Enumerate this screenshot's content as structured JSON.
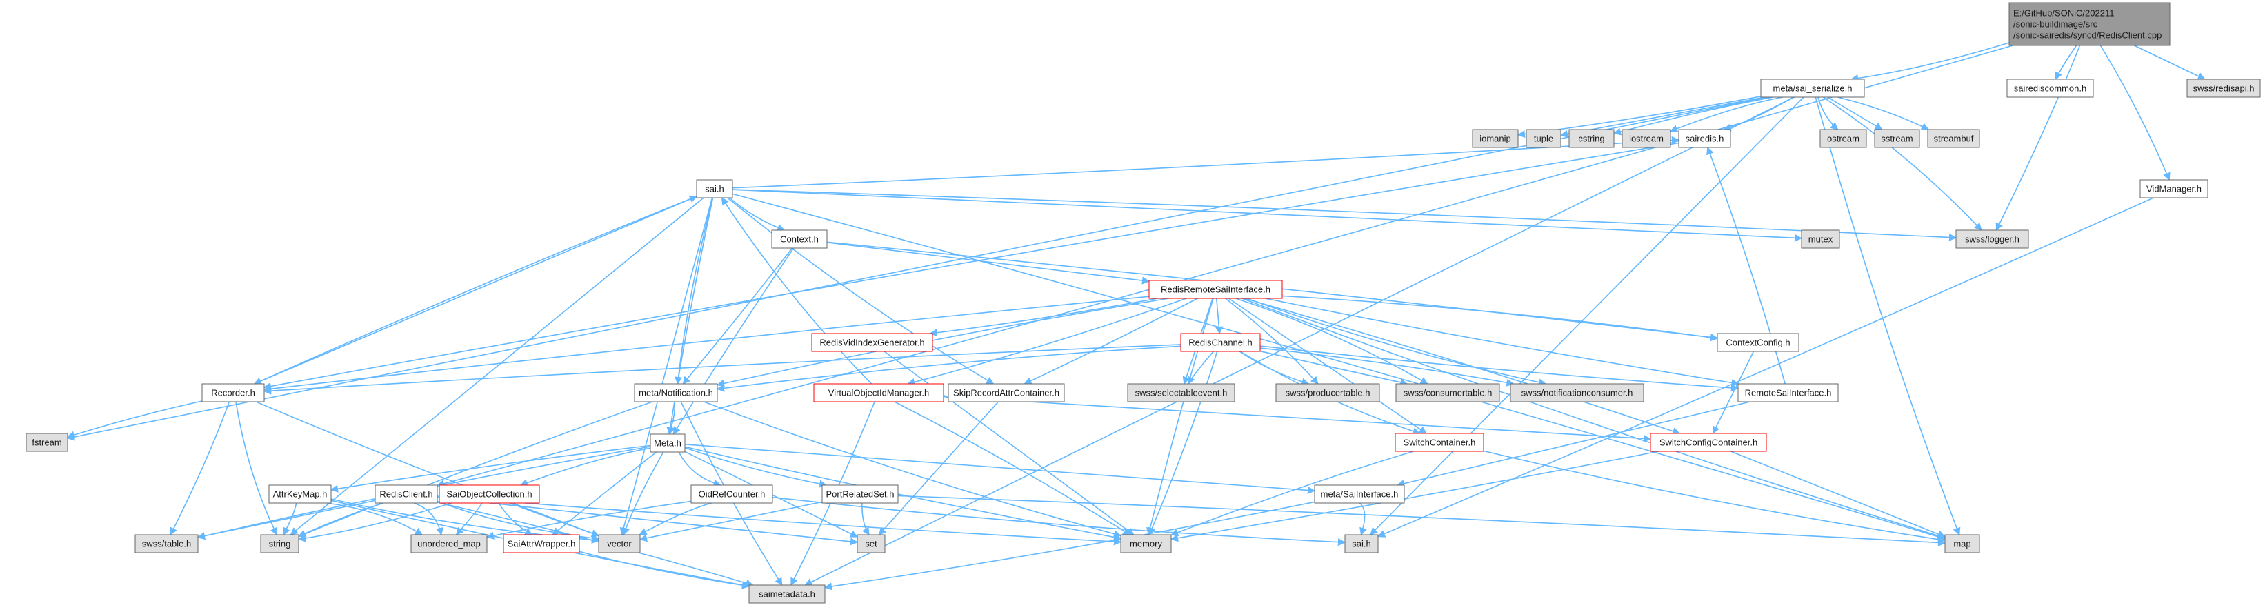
{
  "diagram": {
    "root_label": "E:/GitHub/SONiC/202211/sonic-buildimage/src/sonic-sairedis/syncd/RedisClient.cpp",
    "nodes": [
      {
        "id": "root",
        "label": [
          "E:/GitHub/SONiC/202211",
          "/sonic-buildimage/src",
          "/sonic-sairedis/syncd/RedisClient.cpp"
        ],
        "kind": "root"
      },
      {
        "id": "sai_serialize",
        "label": [
          "meta/sai_serialize.h"
        ],
        "kind": "normal"
      },
      {
        "id": "sairediscommon",
        "label": [
          "sairediscommon.h"
        ],
        "kind": "normal"
      },
      {
        "id": "swss_redisapi",
        "label": [
          "swss/redisapi.h"
        ],
        "kind": "system"
      },
      {
        "id": "iomanip",
        "label": [
          "iomanip"
        ],
        "kind": "system"
      },
      {
        "id": "tuple",
        "label": [
          "tuple"
        ],
        "kind": "system"
      },
      {
        "id": "cstring",
        "label": [
          "cstring"
        ],
        "kind": "system"
      },
      {
        "id": "iostream",
        "label": [
          "iostream"
        ],
        "kind": "system"
      },
      {
        "id": "sairedis",
        "label": [
          "sairedis.h"
        ],
        "kind": "normal"
      },
      {
        "id": "ostream",
        "label": [
          "ostream"
        ],
        "kind": "system"
      },
      {
        "id": "sstream",
        "label": [
          "sstream"
        ],
        "kind": "system"
      },
      {
        "id": "streambuf",
        "label": [
          "streambuf"
        ],
        "kind": "system"
      },
      {
        "id": "vidmanager",
        "label": [
          "VidManager.h"
        ],
        "kind": "normal"
      },
      {
        "id": "sai_h",
        "label": [
          "sai.h"
        ],
        "kind": "normal"
      },
      {
        "id": "mutex",
        "label": [
          "mutex"
        ],
        "kind": "system"
      },
      {
        "id": "swss_logger",
        "label": [
          "swss/logger.h"
        ],
        "kind": "system"
      },
      {
        "id": "context",
        "label": [
          "Context.h"
        ],
        "kind": "normal"
      },
      {
        "id": "redisremote",
        "label": [
          "RedisRemoteSaiInterface.h"
        ],
        "kind": "truncated"
      },
      {
        "id": "redisvidindex",
        "label": [
          "RedisVidIndexGenerator.h"
        ],
        "kind": "truncated"
      },
      {
        "id": "redischannel",
        "label": [
          "RedisChannel.h"
        ],
        "kind": "truncated"
      },
      {
        "id": "contextconfig",
        "label": [
          "ContextConfig.h"
        ],
        "kind": "normal"
      },
      {
        "id": "recorder",
        "label": [
          "Recorder.h"
        ],
        "kind": "normal"
      },
      {
        "id": "metanotif",
        "label": [
          "meta/Notification.h"
        ],
        "kind": "normal"
      },
      {
        "id": "virtualoid",
        "label": [
          "VirtualObjectIdManager.h"
        ],
        "kind": "truncated"
      },
      {
        "id": "skiprecord",
        "label": [
          "SkipRecordAttrContainer.h"
        ],
        "kind": "normal"
      },
      {
        "id": "selectable",
        "label": [
          "swss/selectableevent.h"
        ],
        "kind": "system"
      },
      {
        "id": "producer",
        "label": [
          "swss/producertable.h"
        ],
        "kind": "system"
      },
      {
        "id": "consumer",
        "label": [
          "swss/consumertable.h"
        ],
        "kind": "system"
      },
      {
        "id": "notifconsumer",
        "label": [
          "swss/notificationconsumer.h"
        ],
        "kind": "system"
      },
      {
        "id": "remotesai",
        "label": [
          "RemoteSaiInterface.h"
        ],
        "kind": "normal"
      },
      {
        "id": "fstream",
        "label": [
          "fstream"
        ],
        "kind": "system"
      },
      {
        "id": "meta",
        "label": [
          "Meta.h"
        ],
        "kind": "normal"
      },
      {
        "id": "switchcontainer",
        "label": [
          "SwitchContainer.h"
        ],
        "kind": "truncated"
      },
      {
        "id": "switchconfig",
        "label": [
          "SwitchConfigContainer.h"
        ],
        "kind": "truncated"
      },
      {
        "id": "attrkeymap",
        "label": [
          "AttrKeyMap.h"
        ],
        "kind": "normal"
      },
      {
        "id": "redisclient",
        "label": [
          "RedisClient.h"
        ],
        "kind": "normal"
      },
      {
        "id": "saiobjcoll",
        "label": [
          "SaiObjectCollection.h"
        ],
        "kind": "truncated"
      },
      {
        "id": "oidref",
        "label": [
          "OidRefCounter.h"
        ],
        "kind": "normal"
      },
      {
        "id": "portrelated",
        "label": [
          "PortRelatedSet.h"
        ],
        "kind": "normal"
      },
      {
        "id": "metasaiif",
        "label": [
          "meta/SaiInterface.h"
        ],
        "kind": "normal"
      },
      {
        "id": "swss_table",
        "label": [
          "swss/table.h"
        ],
        "kind": "system"
      },
      {
        "id": "string",
        "label": [
          "string"
        ],
        "kind": "system"
      },
      {
        "id": "unordered_map",
        "label": [
          "unordered_map"
        ],
        "kind": "system"
      },
      {
        "id": "saiattrwrapper",
        "label": [
          "SaiAttrWrapper.h"
        ],
        "kind": "truncated"
      },
      {
        "id": "vector",
        "label": [
          "vector"
        ],
        "kind": "system"
      },
      {
        "id": "set",
        "label": [
          "set"
        ],
        "kind": "system"
      },
      {
        "id": "memory",
        "label": [
          "memory"
        ],
        "kind": "system"
      },
      {
        "id": "sai_h2",
        "label": [
          "sai.h"
        ],
        "kind": "system"
      },
      {
        "id": "map",
        "label": [
          "map"
        ],
        "kind": "system"
      },
      {
        "id": "saimetadata",
        "label": [
          "saimetadata.h"
        ],
        "kind": "system"
      }
    ],
    "edges": [
      [
        "root",
        "sai_serialize"
      ],
      [
        "root",
        "sairediscommon"
      ],
      [
        "root",
        "swss_redisapi"
      ],
      [
        "root",
        "vidmanager"
      ],
      [
        "root",
        "swss_logger"
      ],
      [
        "root",
        "redisclient"
      ],
      [
        "sai_serialize",
        "iomanip"
      ],
      [
        "sai_serialize",
        "tuple"
      ],
      [
        "sai_serialize",
        "cstring"
      ],
      [
        "sai_serialize",
        "iostream"
      ],
      [
        "sai_serialize",
        "sairedis"
      ],
      [
        "sai_serialize",
        "ostream"
      ],
      [
        "sai_serialize",
        "sstream"
      ],
      [
        "sai_serialize",
        "streambuf"
      ],
      [
        "sai_serialize",
        "swss_logger"
      ],
      [
        "sai_serialize",
        "map"
      ],
      [
        "sai_serialize",
        "saimetadata"
      ],
      [
        "sai_serialize",
        "fstream"
      ],
      [
        "sai_serialize",
        "sai_h2"
      ],
      [
        "sairedis",
        "recorder"
      ],
      [
        "vidmanager",
        "sai_h2"
      ],
      [
        "sai_h",
        "context"
      ],
      [
        "sai_h",
        "mutex"
      ],
      [
        "sai_h",
        "swss_logger"
      ],
      [
        "sai_h",
        "map"
      ],
      [
        "sai_h",
        "metanotif"
      ],
      [
        "sai_h",
        "meta"
      ],
      [
        "sai_h",
        "vector"
      ],
      [
        "sai_h",
        "string"
      ],
      [
        "sai_h",
        "recorder"
      ],
      [
        "sai_h",
        "skiprecord"
      ],
      [
        "sai_h",
        "sairedis"
      ],
      [
        "context",
        "redisremote"
      ],
      [
        "context",
        "contextconfig"
      ],
      [
        "context",
        "metanotif"
      ],
      [
        "context",
        "meta"
      ],
      [
        "redisremote",
        "redisvidindex"
      ],
      [
        "redisremote",
        "redischannel"
      ],
      [
        "redisremote",
        "recorder"
      ],
      [
        "redisremote",
        "metanotif"
      ],
      [
        "redisremote",
        "virtualoid"
      ],
      [
        "redisremote",
        "skiprecord"
      ],
      [
        "redisremote",
        "selectable"
      ],
      [
        "redisremote",
        "producer"
      ],
      [
        "redisremote",
        "consumer"
      ],
      [
        "redisremote",
        "notifconsumer"
      ],
      [
        "redisremote",
        "remotesai"
      ],
      [
        "redisremote",
        "switchcontainer"
      ],
      [
        "redisremote",
        "switchconfig"
      ],
      [
        "redisremote",
        "contextconfig"
      ],
      [
        "redisremote",
        "map"
      ],
      [
        "redisremote",
        "memory"
      ],
      [
        "redisvidindex",
        "memory"
      ],
      [
        "redischannel",
        "recorder"
      ],
      [
        "redischannel",
        "metanotif"
      ],
      [
        "redischannel",
        "selectable"
      ],
      [
        "redischannel",
        "producer"
      ],
      [
        "redischannel",
        "consumer"
      ],
      [
        "redischannel",
        "notifconsumer"
      ],
      [
        "redischannel",
        "memory"
      ],
      [
        "redischannel",
        "switchcontainer"
      ],
      [
        "redischannel",
        "remotesai"
      ],
      [
        "contextconfig",
        "switchconfig"
      ],
      [
        "recorder",
        "fstream"
      ],
      [
        "recorder",
        "swss_table"
      ],
      [
        "recorder",
        "string"
      ],
      [
        "recorder",
        "vector"
      ],
      [
        "recorder",
        "sai_h"
      ],
      [
        "metanotif",
        "meta"
      ],
      [
        "metanotif",
        "string"
      ],
      [
        "metanotif",
        "memory"
      ],
      [
        "metanotif",
        "saimetadata"
      ],
      [
        "virtualoid",
        "switchconfig"
      ],
      [
        "virtualoid",
        "memory"
      ],
      [
        "virtualoid",
        "saimetadata"
      ],
      [
        "virtualoid",
        "sai_h"
      ],
      [
        "skiprecord",
        "set"
      ],
      [
        "remotesai",
        "metasaiif"
      ],
      [
        "remotesai",
        "sairedis"
      ],
      [
        "meta",
        "saiobjcoll"
      ],
      [
        "meta",
        "oidref"
      ],
      [
        "meta",
        "portrelated"
      ],
      [
        "meta",
        "metasaiif"
      ],
      [
        "meta",
        "attrkeymap"
      ],
      [
        "meta",
        "swss_table"
      ],
      [
        "meta",
        "vector"
      ],
      [
        "meta",
        "memory"
      ],
      [
        "meta",
        "set"
      ],
      [
        "meta",
        "saiattrwrapper"
      ],
      [
        "switchcontainer",
        "memory"
      ],
      [
        "switchcontainer",
        "map"
      ],
      [
        "switchconfig",
        "memory"
      ],
      [
        "switchconfig",
        "map"
      ],
      [
        "attrkeymap",
        "string"
      ],
      [
        "attrkeymap",
        "unordered_map"
      ],
      [
        "attrkeymap",
        "vector"
      ],
      [
        "attrkeymap",
        "saimetadata"
      ],
      [
        "redisclient",
        "swss_table"
      ],
      [
        "redisclient",
        "string"
      ],
      [
        "redisclient",
        "unordered_map"
      ],
      [
        "redisclient",
        "vector"
      ],
      [
        "redisclient",
        "memory"
      ],
      [
        "redisclient",
        "set"
      ],
      [
        "redisclient",
        "saimetadata"
      ],
      [
        "saiobjcoll",
        "unordered_map"
      ],
      [
        "saiobjcoll",
        "string"
      ],
      [
        "saiobjcoll",
        "saiattrwrapper"
      ],
      [
        "saiobjcoll",
        "vector"
      ],
      [
        "oidref",
        "unordered_map"
      ],
      [
        "oidref",
        "vector"
      ],
      [
        "oidref",
        "sai_h2"
      ],
      [
        "portrelated",
        "set"
      ],
      [
        "portrelated",
        "vector"
      ],
      [
        "portrelated",
        "map"
      ],
      [
        "metasaiif",
        "sai_h2"
      ],
      [
        "metasaiif",
        "saimetadata"
      ],
      [
        "saiattrwrapper",
        "saimetadata"
      ]
    ]
  },
  "colors": {
    "edge": "#63b8ff",
    "root_fill": "#999999",
    "system_fill": "#e0e0e0",
    "border": "#666666",
    "truncated_border": "#ff0000",
    "bg": "#ffffff"
  }
}
